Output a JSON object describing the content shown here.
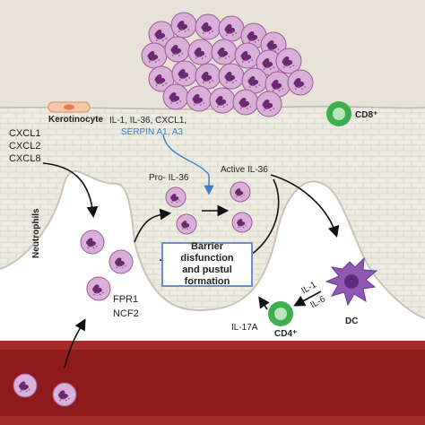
{
  "labels": {
    "keratinocyte": "Kerotinocyte",
    "chemokines": [
      "CXCL1",
      "CXCL2",
      "CXCL8"
    ],
    "secreted_line1": "IL-1, IL-36, CXCL1,",
    "secreted_line2": "SERPIN A1, A3",
    "pro_il36": "Pro- IL-36",
    "active_il36": "Active IL-36",
    "cd8": "CD8⁺",
    "outcome_line1": "Barrier disfunction",
    "outcome_line2": "and pustul",
    "outcome_line3": "formation",
    "neutrophils": "Neutrophils",
    "fpr1": "FPR1",
    "ncf2": "NCF2",
    "il1": "IL-1",
    "il6": "IL-6",
    "il17a": "IL-17A",
    "cd4": "CD4⁺",
    "dc": "DC"
  },
  "colors": {
    "cell_fill": "#d9b0d8",
    "cell_stroke": "#9b5a9a",
    "nucleus": "#6a2a6e",
    "epidermis": "#efece3",
    "blood": "#8e1a1c",
    "dc": "#8e57b2",
    "lymphocyte": "#3fae4f",
    "box_border": "#6b8fc7",
    "blue_text": "#3a7fc0"
  }
}
